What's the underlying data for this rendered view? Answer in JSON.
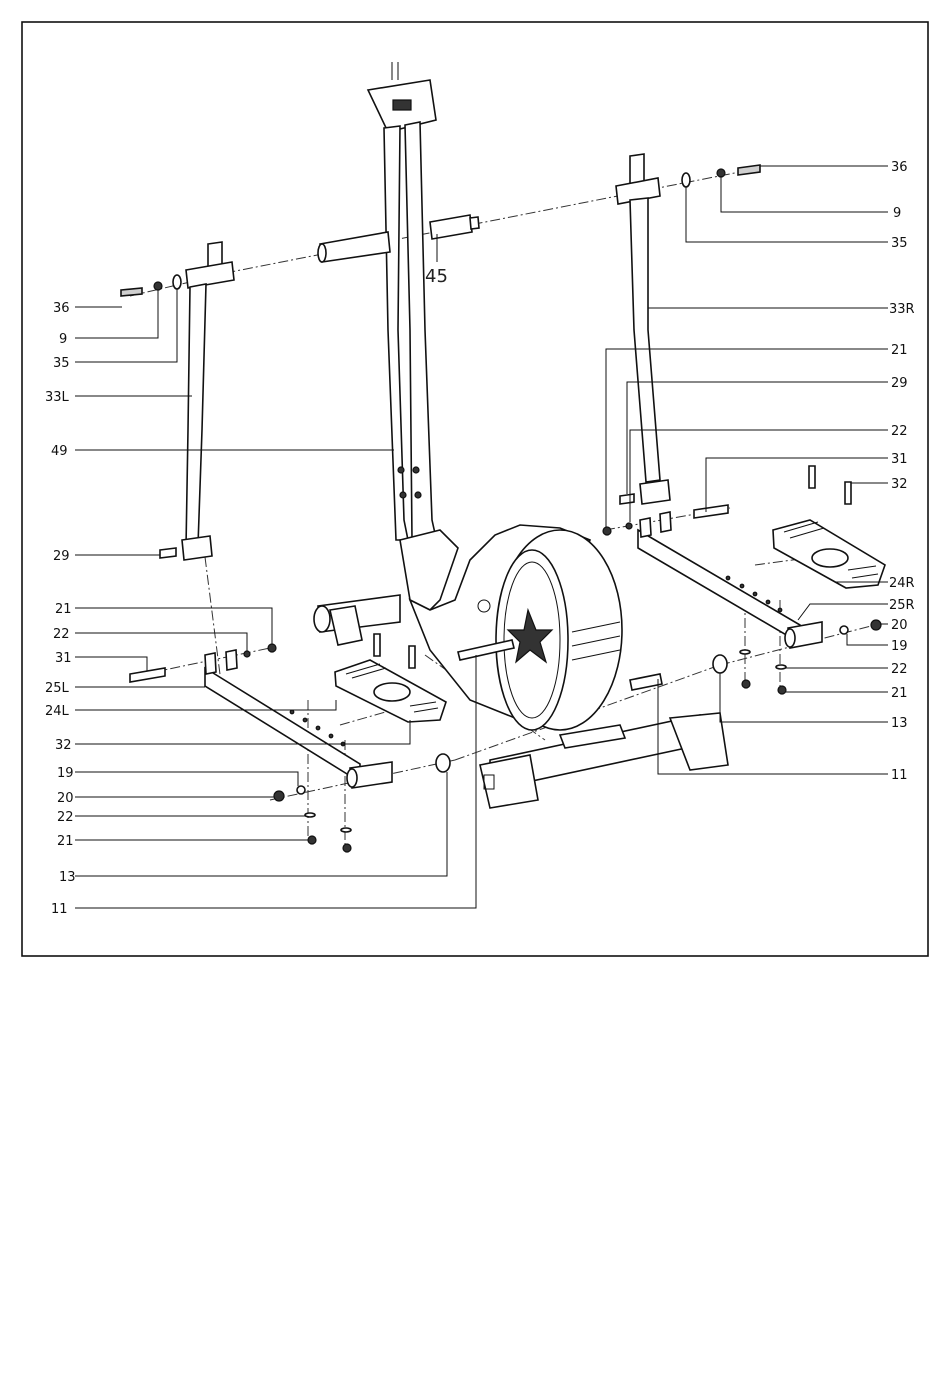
{
  "callouts": {
    "p45": "45",
    "r36": "36",
    "r9": "9",
    "r35": "35",
    "r33R": "33R",
    "r21a": "21",
    "r29": "29",
    "r22a": "22",
    "r31": "31",
    "r32": "32",
    "r24R": "24R",
    "r25R": "25R",
    "r20": "20",
    "r19": "19",
    "r22b": "22",
    "r21b": "21",
    "r13": "13",
    "r11": "11",
    "l36": "36",
    "l9": "9",
    "l35": "35",
    "l33L": "33L",
    "l49": "49",
    "l29": "29",
    "l21a": "21",
    "l22a": "22",
    "l31": "31",
    "l25L": "25L",
    "l24L": "24L",
    "l32": "32",
    "l19": "19",
    "l20": "20",
    "l22b": "22",
    "l21b": "21",
    "l13": "13",
    "l11": "11"
  }
}
